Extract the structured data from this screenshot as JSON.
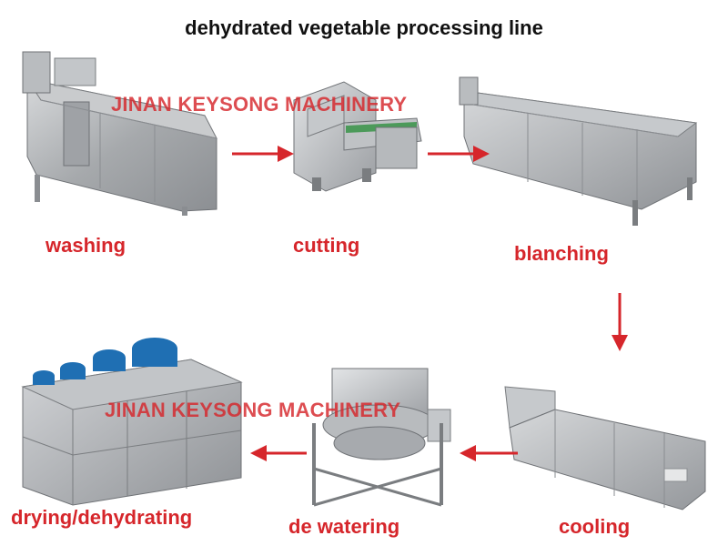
{
  "title": "dehydrated vegetable processing line",
  "watermark": "JINAN KEYSONG MACHINERY",
  "steps": [
    {
      "label": "washing"
    },
    {
      "label": "cutting"
    },
    {
      "label": "blanching"
    },
    {
      "label": "cooling"
    },
    {
      "label": "de watering"
    },
    {
      "label": "drying/dehydrating"
    }
  ],
  "colors": {
    "label": "#d6262b",
    "arrow": "#d6262b",
    "steel": "#a9acaf",
    "fan": "#1f6fb3"
  }
}
